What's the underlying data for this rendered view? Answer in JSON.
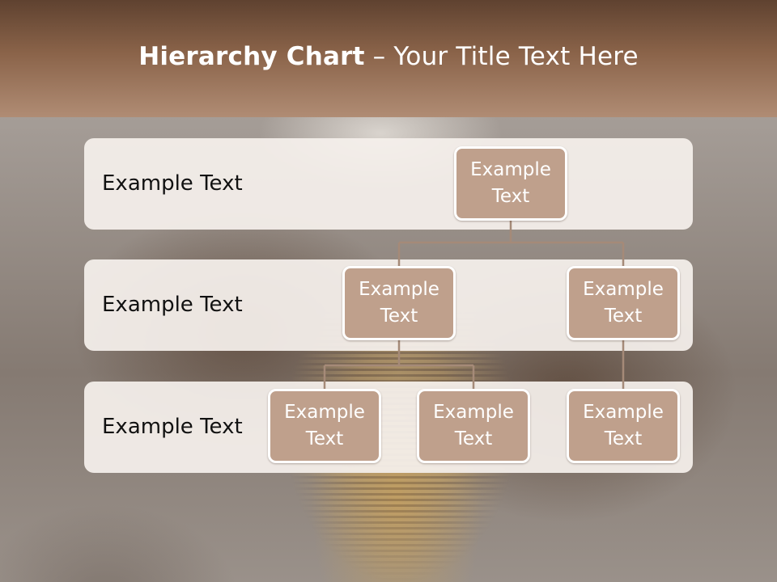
{
  "header": {
    "title_bold": "Hierarchy Chart",
    "title_rest": " – Your Title Text Here"
  },
  "levels": [
    {
      "label": "Example Text"
    },
    {
      "label": "Example Text"
    },
    {
      "label": "Example Text"
    }
  ],
  "nodes": {
    "root": "Example\nText",
    "level2_left": "Example\nText",
    "level2_right": "Example\nText",
    "level3_left": "Example\nText",
    "level3_middle": "Example\nText",
    "level3_right": "Example\nText"
  },
  "colors": {
    "title_bar": "#8a6349",
    "node_fill": "#bfa08c",
    "node_border": "#ffffff",
    "band_fill": "#f5f0ec",
    "connector": "#a58a78"
  }
}
